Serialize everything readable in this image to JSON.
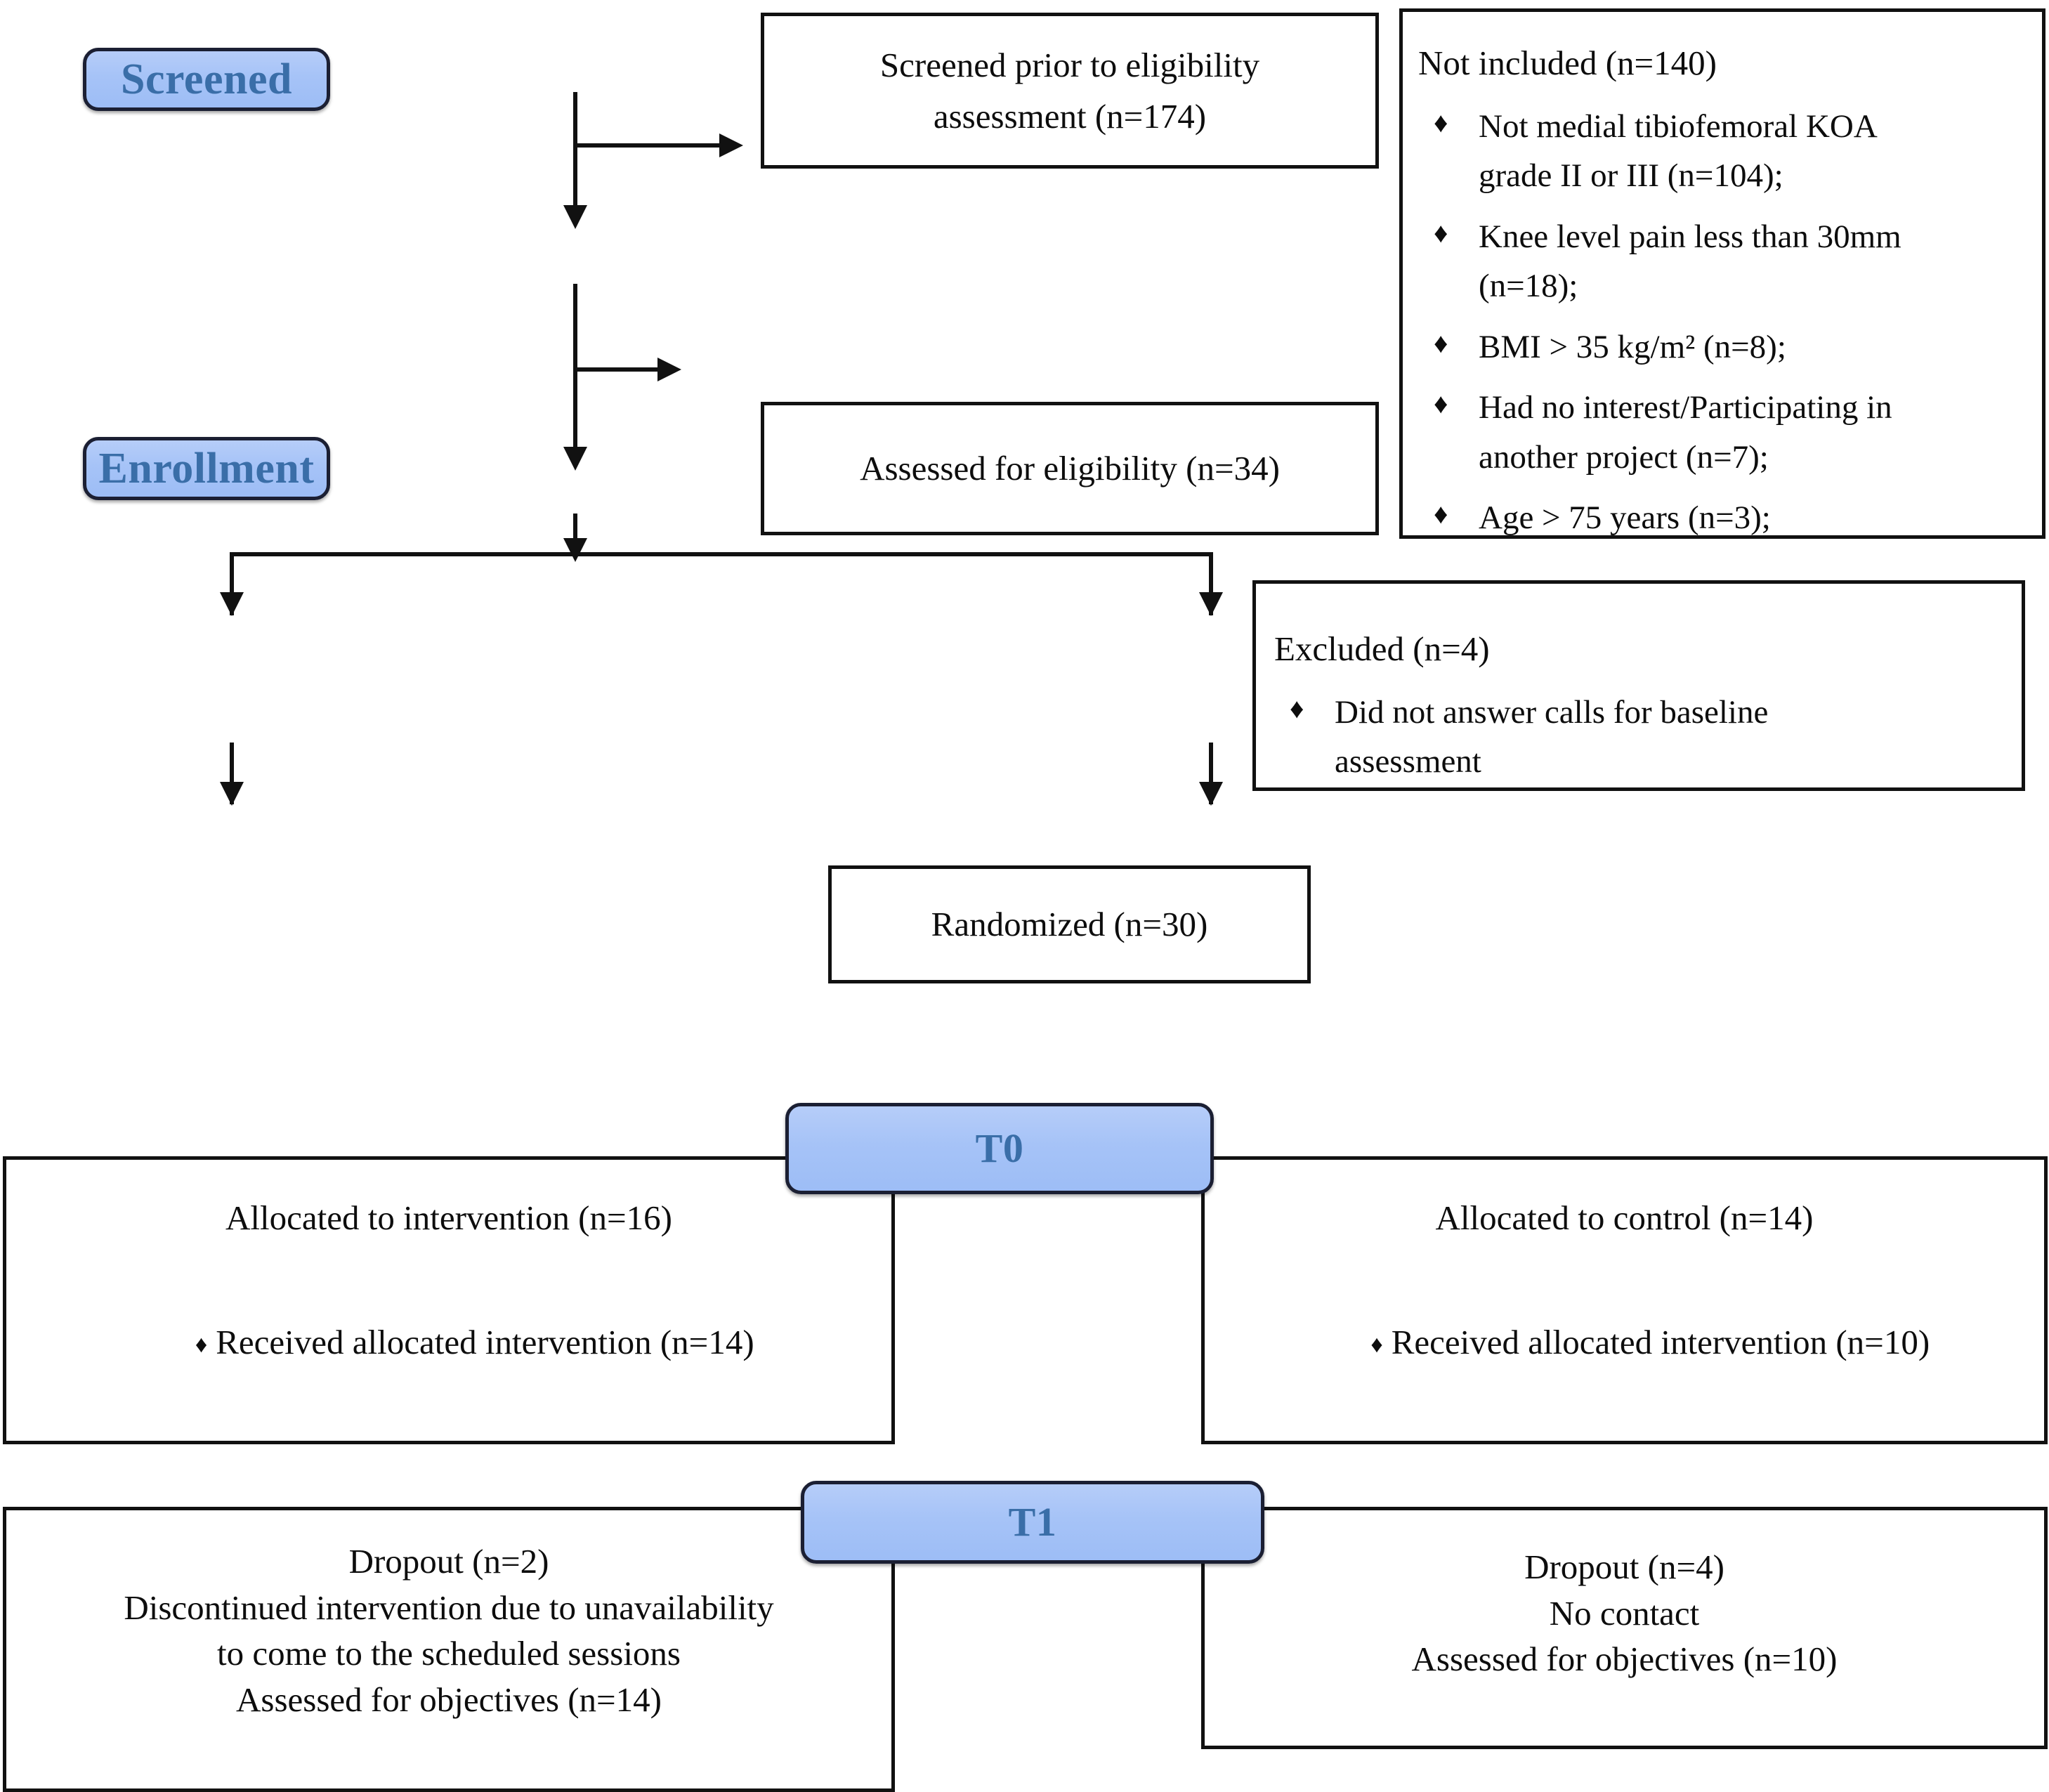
{
  "diagram": {
    "title": "CONSORT participant flow diagram",
    "accent_color": "#a6c3f7",
    "badge_text_color": "#3a6ea8",
    "line_color": "#111111",
    "bullet_glyph": "♦"
  },
  "stages": {
    "screened": "Screened",
    "enrollment": "Enrollment",
    "t0": "T0",
    "t1": "T1"
  },
  "boxes": {
    "screened_prior": {
      "line1": "Screened prior to eligibility",
      "line2": "assessment (n=174)"
    },
    "not_included": {
      "header": "Not included (n=140)",
      "items": [
        "Not medial tibiofemoral KOA\ngrade II or III (n=104);",
        "Knee level pain less than 30mm\n(n=18);",
        "BMI > 35 kg/m² (n=8);",
        "Had no interest/Participating in\nanother project  (n=7);",
        "Age > 75 years  (n=3);"
      ]
    },
    "assessed_eligibility": {
      "line1": "Assessed for eligibility (n=34)"
    },
    "excluded": {
      "header": "Excluded (n=4)",
      "items": [
        "Did not answer calls for baseline\nassessment"
      ]
    },
    "randomized": {
      "line1": "Randomized (n=30)"
    },
    "allocated_intervention": {
      "line1": "Allocated to intervention (n=16)",
      "line2": "Received allocated intervention (n=14)"
    },
    "allocated_control": {
      "line1": "Allocated to control (n=14)",
      "line2": "Received allocated intervention (n=10)"
    },
    "followup_intervention": {
      "line1": "Dropout (n=2)",
      "line2": "Discontinued intervention due to unavailability",
      "line3": "to come to the scheduled sessions",
      "line4": "Assessed for objectives (n=14)"
    },
    "followup_control": {
      "line1": "Dropout (n=4)",
      "line2": "No contact",
      "line3": "Assessed for objectives (n=10)"
    }
  },
  "chart_data": {
    "type": "diagram",
    "title": "CONSORT flow diagram",
    "nodes": [
      {
        "id": "screened_prior",
        "label": "Screened prior to eligibility assessment (n=174)",
        "n": 174,
        "stage": "Screened"
      },
      {
        "id": "not_included",
        "label": "Not included (n=140)",
        "n": 140,
        "stage": "Screened"
      },
      {
        "id": "assessed_eligibility",
        "label": "Assessed for eligibility (n=34)",
        "n": 34,
        "stage": "Enrollment"
      },
      {
        "id": "excluded",
        "label": "Excluded (n=4)",
        "n": 4,
        "stage": "Enrollment"
      },
      {
        "id": "randomized",
        "label": "Randomized (n=30)",
        "n": 30,
        "stage": "Enrollment"
      },
      {
        "id": "allocated_intervention",
        "label": "Allocated to intervention (n=16)",
        "n": 16,
        "stage": "T0"
      },
      {
        "id": "allocated_control",
        "label": "Allocated to control (n=14)",
        "n": 14,
        "stage": "T0"
      },
      {
        "id": "followup_intervention",
        "label": "Assessed for objectives (n=14)",
        "n": 14,
        "stage": "T1"
      },
      {
        "id": "followup_control",
        "label": "Assessed for objectives (n=10)",
        "n": 10,
        "stage": "T1"
      }
    ],
    "exclusion_reasons": [
      {
        "reason": "Not medial tibiofemoral KOA grade II or III",
        "n": 104
      },
      {
        "reason": "Knee level pain less than 30mm",
        "n": 18
      },
      {
        "reason": "BMI > 35 kg/m2",
        "n": 8
      },
      {
        "reason": "Had no interest/Participating in another project",
        "n": 7
      },
      {
        "reason": "Age > 75 years",
        "n": 3
      },
      {
        "reason": "Did not answer calls for baseline assessment",
        "n": 4
      }
    ],
    "edges": [
      {
        "from": "screened_prior",
        "to": "not_included"
      },
      {
        "from": "screened_prior",
        "to": "assessed_eligibility"
      },
      {
        "from": "assessed_eligibility",
        "to": "excluded"
      },
      {
        "from": "assessed_eligibility",
        "to": "randomized"
      },
      {
        "from": "randomized",
        "to": "allocated_intervention"
      },
      {
        "from": "randomized",
        "to": "allocated_control"
      },
      {
        "from": "allocated_intervention",
        "to": "followup_intervention"
      },
      {
        "from": "allocated_control",
        "to": "followup_control"
      }
    ]
  }
}
